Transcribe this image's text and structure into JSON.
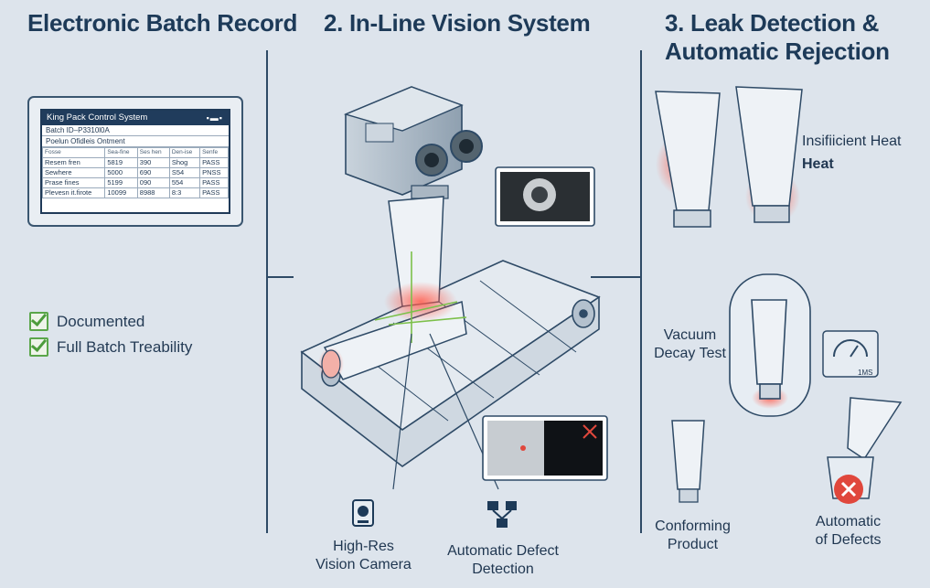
{
  "titles": {
    "left": "Electronic Batch Record",
    "middle": "2. In-Line Vision System",
    "right": "3. Leak Detection &\nAutomatic Rejection"
  },
  "ebr": {
    "window_title": "King Pack Control System",
    "batch_id": "Batch ID–P3310l0A",
    "product": "Poelun Ofidleis Ontment",
    "columns": [
      "Fosse",
      "Sea-fine",
      "Ses hen",
      "Den-ise",
      "Senfe"
    ],
    "rows": [
      [
        "Resem fren",
        "5819",
        "390",
        "Shog",
        "PASS"
      ],
      [
        "Sewhere",
        "5000",
        "690",
        "S54",
        "PNSS"
      ],
      [
        "Prase fines",
        "5199",
        "090",
        "554",
        "PASS"
      ],
      [
        "Plevesn it.firote",
        "10099",
        "8988",
        "8:3",
        "PASS"
      ]
    ],
    "checks": [
      "Documented",
      "Full Batch Treability"
    ]
  },
  "vision": {
    "camera_label": "High-Res\nVision Camera",
    "detect_label": "Automatic Defect\nDetection"
  },
  "leak": {
    "heat_label": "Insifiicient Heat",
    "heat_label2": "Heat",
    "vacuum_label": "Vacuum\nDecay Test",
    "gauge_text": "1MS",
    "conforming_label": "Conforming\nProduct",
    "reject_label": "Automatic\nof Defects"
  },
  "colors": {
    "background": "#dde4ec",
    "ink": "#1d3a58",
    "check_green": "#5aa64a",
    "defect_red": "#e0473c",
    "laser_green": "#7cc04a"
  }
}
